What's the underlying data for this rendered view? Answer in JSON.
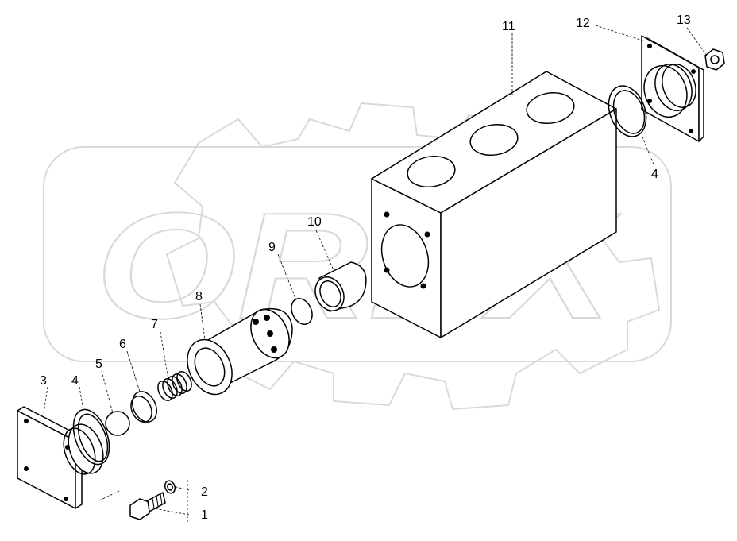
{
  "watermark": {
    "text": "OREX"
  },
  "callouts": [
    {
      "id": "1",
      "label": "1"
    },
    {
      "id": "2",
      "label": "2"
    },
    {
      "id": "3",
      "label": "3"
    },
    {
      "id": "4a",
      "label": "4"
    },
    {
      "id": "4b",
      "label": "4"
    },
    {
      "id": "5",
      "label": "5"
    },
    {
      "id": "6",
      "label": "6"
    },
    {
      "id": "7",
      "label": "7"
    },
    {
      "id": "8",
      "label": "8"
    },
    {
      "id": "9",
      "label": "9"
    },
    {
      "id": "10",
      "label": "10"
    },
    {
      "id": "11",
      "label": "11"
    },
    {
      "id": "12",
      "label": "12"
    },
    {
      "id": "13",
      "label": "13"
    }
  ]
}
